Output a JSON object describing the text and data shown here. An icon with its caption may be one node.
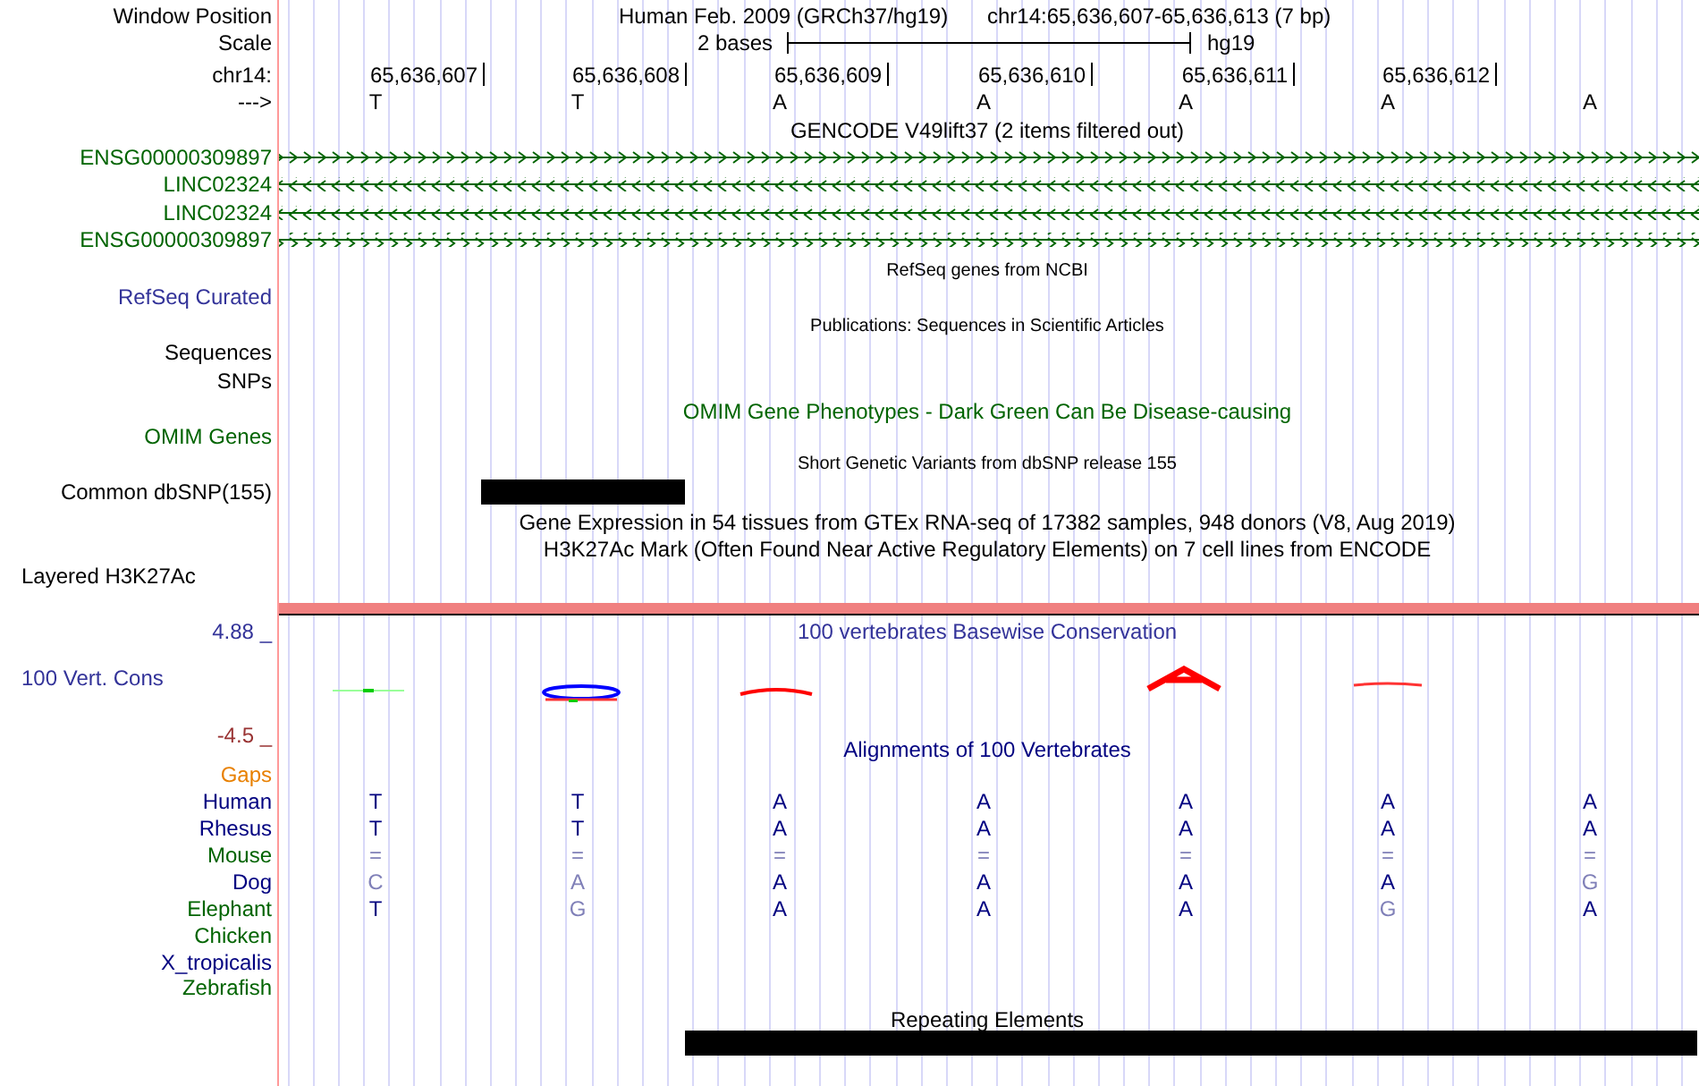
{
  "diagram": {
    "nodes": [
      {
        "text": [],
        "shape": "bar"
      },
      {
        "text": [],
        "shape": "bar"
      }
    ],
    "labels": [
      "Window Position",
      "Human Feb. 2009 (GRCh37/hg19)",
      "chr14:65,636,607-65,636,613 (7 bp)",
      "Scale",
      "2 bases",
      "hg19",
      "chr14:",
      "65,636,607",
      "65,636,608",
      "65,636,609",
      "65,636,610",
      "65,636,611",
      "65,636,612",
      "--->",
      "T",
      "T",
      "A",
      "A",
      "A",
      "A",
      "A",
      "GENCODE V49lift37 (2 items filtered out)",
      "ENSG00000309897",
      "LINC02324",
      "LINC02324",
      "ENSG00000309897",
      "RefSeq genes from NCBI",
      "RefSeq Curated",
      "Publications: Sequences in Scientific Articles",
      "Sequences",
      "SNPs",
      "OMIM Gene Phenotypes - Dark Green Can Be Disease-causing",
      "OMIM Genes",
      "Short Genetic Variants from dbSNP release 155",
      "Common dbSNP(155)",
      "Gene Expression in 54 tissues from GTEx RNA-seq of 17382 samples, 948 donors (V8, Aug 2019)",
      "H3K27Ac Mark (Often Found Near Active Regulatory Elements) on 7 cell lines from ENCODE",
      "Layered H3K27Ac",
      "4.88 _",
      "100 vertebrates Basewise Conservation",
      "100 Vert. Cons",
      "-4.5 _",
      "Alignments of 100 Vertebrates",
      "Gaps",
      "Human",
      "T",
      "T",
      "A",
      "A",
      "A",
      "A",
      "A",
      "Rhesus",
      "T",
      "T",
      "A",
      "A",
      "A",
      "A",
      "A",
      "Mouse",
      "=",
      "=",
      "=",
      "=",
      "=",
      "=",
      "=",
      "Dog",
      "C",
      "A",
      "A",
      "A",
      "A",
      "A",
      "G",
      "Elephant",
      "T",
      "G",
      "A",
      "A",
      "A",
      "G",
      "A",
      "Chicken",
      "X_tropicalis",
      "Zebrafish",
      "Repeating Elements"
    ]
  }
}
